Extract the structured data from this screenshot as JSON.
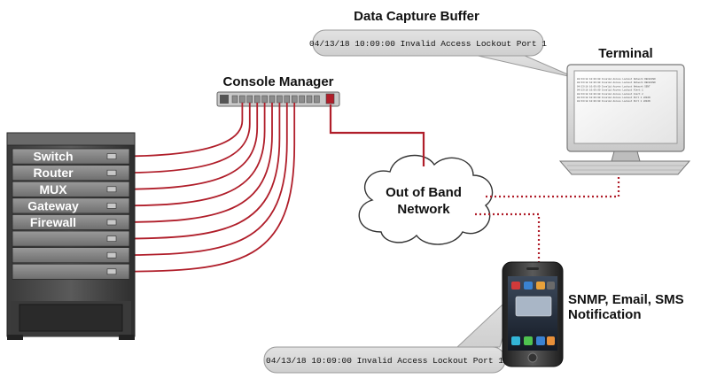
{
  "diagram": {
    "data_capture_buffer_label": "Data Capture Buffer",
    "terminal_label": "Terminal",
    "console_manager_label": "Console Manager",
    "cloud_label_line1": "Out of Band",
    "cloud_label_line2": "Network",
    "notification_label_line1": "SNMP, Email, SMS",
    "notification_label_line2": "Notification",
    "capture_message_top": "04/13/18 10:09:00 Invalid Access Lockout  Port 1",
    "capture_message_bottom": "04/13/18 10:09:00 Invalid Access Lockout  Port 1",
    "rack_devices": [
      "Switch",
      "Router",
      "MUX",
      "Gateway",
      "Firewall",
      "",
      "",
      ""
    ],
    "terminal_screen_lines": [
      "04/13/18 10:09:00 Invalid Access Lockout Network RECEIVED",
      "04/13/18 10:09:00 Invalid Access Lockout Network RECEIVED",
      "04/13/18 10:09:00 Invalid Access Lockout Network SENT",
      "04/13/18 10:09:00 Invalid Access Lockout Alert 1",
      "04/13/18 10:09:00 Invalid Access Lockout Alert 2",
      "04/13/18 10:09:00 Invalid Access Lockout Port 1 LOGIN",
      "04/13/18 10:09:00 Invalid Access Lockout Port 1 LOGIN"
    ],
    "colors": {
      "cable": "#b01e2a",
      "rack": "#4a4a4a",
      "slot": "#8a8a8a",
      "cloud": "#ffffff",
      "callout": "#d9d9d9"
    }
  }
}
